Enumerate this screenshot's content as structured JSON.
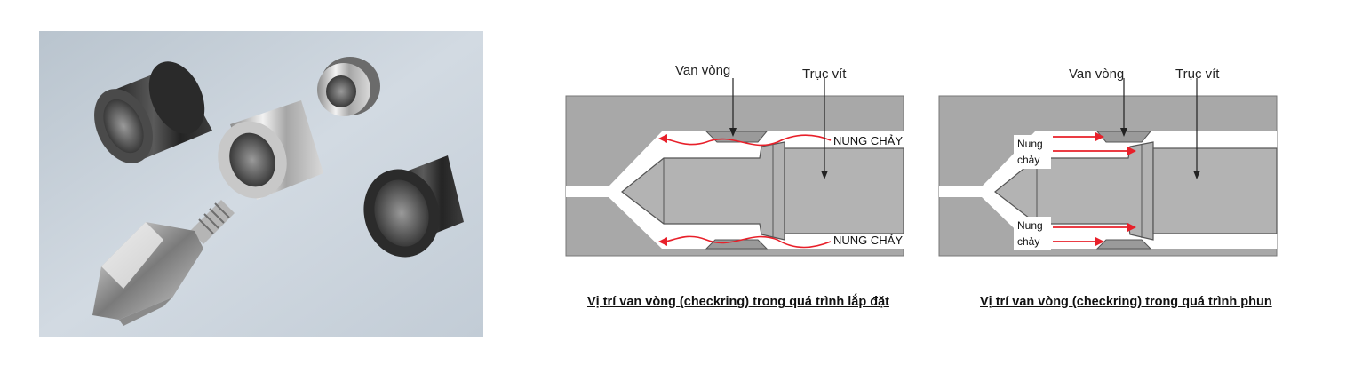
{
  "photo": {
    "icon": "valve-parts-photo",
    "colors": {
      "background": "#c9d3dc",
      "steel_dark": "#2b2b2b",
      "steel_light": "#d7d7d7"
    }
  },
  "diagram_left": {
    "label_valve": "Van vòng",
    "label_screw": "Trục vít",
    "label_melt_top": "NUNG CHẢY",
    "label_melt_bottom": "NUNG CHẢY",
    "caption": "Vị trí van vòng (checkring) trong quá trình lắp đặt"
  },
  "diagram_right": {
    "label_valve": "Van vòng",
    "label_screw": "Trục vít",
    "label_melt_top_1": "Nung",
    "label_melt_top_2": "chảy",
    "label_melt_bottom_1": "Nung",
    "label_melt_bottom_2": "chảy",
    "caption": "Vị trí van vòng (checkring) trong quá trình phun"
  },
  "colors": {
    "barrel": "#a8a8a8",
    "channel": "#ffffff",
    "screw": "#b3b3b3",
    "outline": "#555555",
    "flow_arrow": "#e8202a"
  }
}
